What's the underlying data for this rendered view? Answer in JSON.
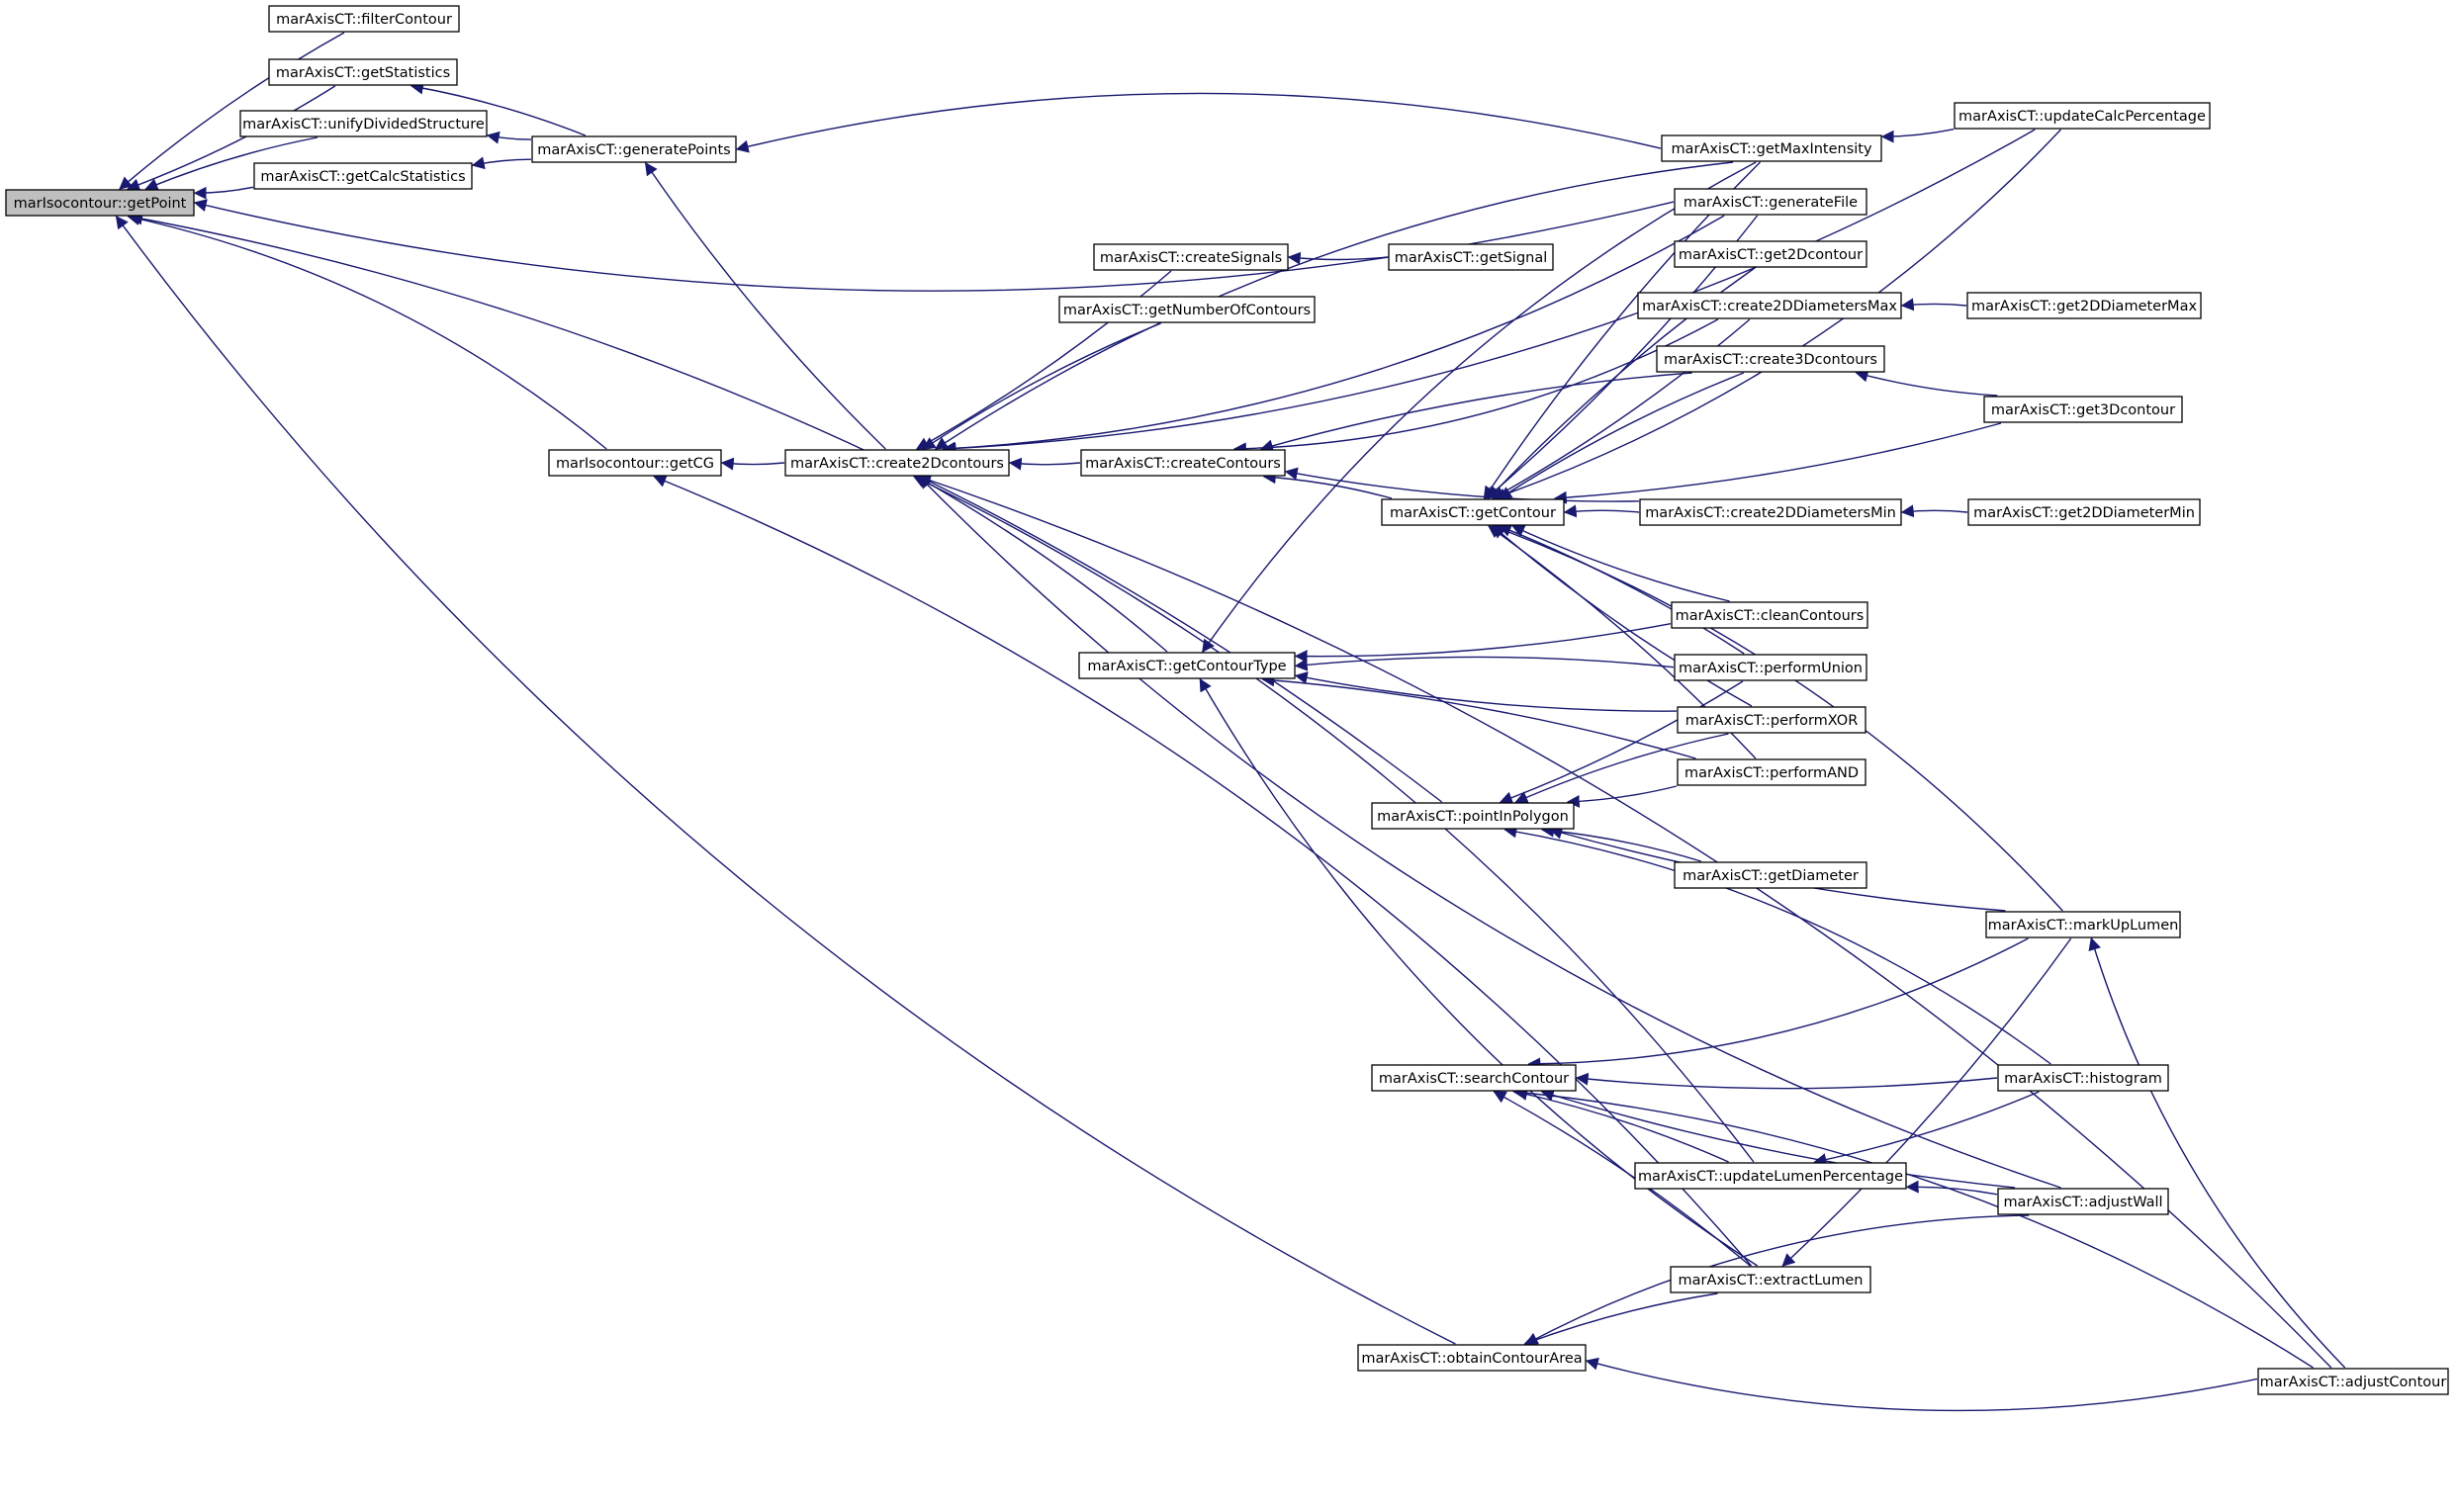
{
  "graph": {
    "type": "call-graph",
    "colors": {
      "edge": "#191970",
      "root_fill": "#bfbfbf",
      "node_fill": "#ffffff",
      "border": "#000000"
    },
    "nodes": [
      {
        "id": "root",
        "label": "marIsocontour::getPoint",
        "root": true
      },
      {
        "id": "filterContour",
        "label": "marAxisCT::filterContour"
      },
      {
        "id": "getStatistics",
        "label": "marAxisCT::getStatistics"
      },
      {
        "id": "unifyDividedStructure",
        "label": "marAxisCT::unifyDividedStructure"
      },
      {
        "id": "getCalcStatistics",
        "label": "marAxisCT::getCalcStatistics"
      },
      {
        "id": "generatePoints",
        "label": "marAxisCT::generatePoints"
      },
      {
        "id": "getCG",
        "label": "marIsocontour::getCG"
      },
      {
        "id": "create2Dcontours",
        "label": "marAxisCT::create2Dcontours"
      },
      {
        "id": "createSignals",
        "label": "marAxisCT::createSignals"
      },
      {
        "id": "getSignal",
        "label": "marAxisCT::getSignal"
      },
      {
        "id": "getNumberOfContours",
        "label": "marAxisCT::getNumberOfContours"
      },
      {
        "id": "createContours",
        "label": "marAxisCT::createContours"
      },
      {
        "id": "getContourType",
        "label": "marAxisCT::getContourType"
      },
      {
        "id": "getContour",
        "label": "marAxisCT::getContour"
      },
      {
        "id": "pointInPolygon",
        "label": "marAxisCT::pointInPolygon"
      },
      {
        "id": "searchContour",
        "label": "marAxisCT::searchContour"
      },
      {
        "id": "obtainContourArea",
        "label": "marAxisCT::obtainContourArea"
      },
      {
        "id": "getMaxIntensity",
        "label": "marAxisCT::getMaxIntensity"
      },
      {
        "id": "updateCalcPercentage",
        "label": "marAxisCT::updateCalcPercentage"
      },
      {
        "id": "generateFile",
        "label": "marAxisCT::generateFile"
      },
      {
        "id": "get2Dcontour",
        "label": "marAxisCT::get2Dcontour"
      },
      {
        "id": "create2DDiametersMax",
        "label": "marAxisCT::create2DDiametersMax"
      },
      {
        "id": "get2DDiameterMax",
        "label": "marAxisCT::get2DDiameterMax"
      },
      {
        "id": "create3Dcontours",
        "label": "marAxisCT::create3Dcontours"
      },
      {
        "id": "get3Dcontour",
        "label": "marAxisCT::get3Dcontour"
      },
      {
        "id": "create2DDiametersMin",
        "label": "marAxisCT::create2DDiametersMin"
      },
      {
        "id": "get2DDiameterMin",
        "label": "marAxisCT::get2DDiameterMin"
      },
      {
        "id": "cleanContours",
        "label": "marAxisCT::cleanContours"
      },
      {
        "id": "performUnion",
        "label": "marAxisCT::performUnion"
      },
      {
        "id": "performXOR",
        "label": "marAxisCT::performXOR"
      },
      {
        "id": "performAND",
        "label": "marAxisCT::performAND"
      },
      {
        "id": "getDiameter",
        "label": "marAxisCT::getDiameter"
      },
      {
        "id": "markUpLumen",
        "label": "marAxisCT::markUpLumen"
      },
      {
        "id": "histogram",
        "label": "marAxisCT::histogram"
      },
      {
        "id": "updateLumenPercentage",
        "label": "marAxisCT::updateLumenPercentage"
      },
      {
        "id": "adjustWall",
        "label": "marAxisCT::adjustWall"
      },
      {
        "id": "extractLumen",
        "label": "marAxisCT::extractLumen"
      },
      {
        "id": "adjustContour",
        "label": "marAxisCT::adjustContour"
      }
    ],
    "edges": [
      [
        "filterContour",
        "root"
      ],
      [
        "getStatistics",
        "root"
      ],
      [
        "unifyDividedStructure",
        "root"
      ],
      [
        "getCalcStatistics",
        "root"
      ],
      [
        "getCG",
        "root"
      ],
      [
        "generateFile",
        "root"
      ],
      [
        "pointInPolygon",
        "root"
      ],
      [
        "obtainContourArea",
        "root"
      ],
      [
        "generatePoints",
        "getStatistics"
      ],
      [
        "generatePoints",
        "unifyDividedStructure"
      ],
      [
        "generatePoints",
        "getCalcStatistics"
      ],
      [
        "create2Dcontours",
        "generatePoints"
      ],
      [
        "getMaxIntensity",
        "generatePoints"
      ],
      [
        "create2Dcontours",
        "getCG"
      ],
      [
        "extractLumen",
        "getCG"
      ],
      [
        "createContours",
        "create2Dcontours"
      ],
      [
        "getContourType",
        "create2Dcontours"
      ],
      [
        "createSignals",
        "create2Dcontours"
      ],
      [
        "getNumberOfContours",
        "create2Dcontours"
      ],
      [
        "updateCalcPercentage",
        "create2Dcontours"
      ],
      [
        "getMaxIntensity",
        "create2Dcontours"
      ],
      [
        "generateFile",
        "create2Dcontours"
      ],
      [
        "updateLumenPercentage",
        "create2Dcontours"
      ],
      [
        "adjustWall",
        "create2Dcontours"
      ],
      [
        "adjustContour",
        "create2Dcontours"
      ],
      [
        "getSignal",
        "createSignals"
      ],
      [
        "getContour",
        "createContours"
      ],
      [
        "create2DDiametersMax",
        "createContours"
      ],
      [
        "create3Dcontours",
        "createContours"
      ],
      [
        "create2DDiametersMin",
        "createContours"
      ],
      [
        "getMaxIntensity",
        "getContourType"
      ],
      [
        "cleanContours",
        "getContourType"
      ],
      [
        "performUnion",
        "getContourType"
      ],
      [
        "performXOR",
        "getContourType"
      ],
      [
        "performAND",
        "getContourType"
      ],
      [
        "extractLumen",
        "getContourType"
      ],
      [
        "getMaxIntensity",
        "getContour"
      ],
      [
        "generateFile",
        "getContour"
      ],
      [
        "get2Dcontour",
        "getContour"
      ],
      [
        "create2DDiametersMax",
        "getContour"
      ],
      [
        "create3Dcontours",
        "getContour"
      ],
      [
        "get3Dcontour",
        "getContour"
      ],
      [
        "create2DDiametersMin",
        "getContour"
      ],
      [
        "updateCalcPercentage",
        "getContour"
      ],
      [
        "markUpLumen",
        "getContour"
      ],
      [
        "cleanContours",
        "getContour"
      ],
      [
        "performUnion",
        "getContour"
      ],
      [
        "performXOR",
        "getContour"
      ],
      [
        "performAND",
        "getContour"
      ],
      [
        "updateCalcPercentage",
        "getMaxIntensity"
      ],
      [
        "get2DDiameterMax",
        "create2DDiametersMax"
      ],
      [
        "get3Dcontour",
        "create3Dcontours"
      ],
      [
        "get2DDiameterMin",
        "create2DDiametersMin"
      ],
      [
        "performUnion",
        "pointInPolygon"
      ],
      [
        "performXOR",
        "pointInPolygon"
      ],
      [
        "performAND",
        "pointInPolygon"
      ],
      [
        "getDiameter",
        "pointInPolygon"
      ],
      [
        "markUpLumen",
        "pointInPolygon"
      ],
      [
        "histogram",
        "pointInPolygon"
      ],
      [
        "markUpLumen",
        "searchContour"
      ],
      [
        "adjustContour",
        "searchContour"
      ],
      [
        "histogram",
        "searchContour"
      ],
      [
        "updateLumenPercentage",
        "searchContour"
      ],
      [
        "adjustWall",
        "searchContour"
      ],
      [
        "extractLumen",
        "searchContour"
      ],
      [
        "histogram",
        "updateLumenPercentage"
      ],
      [
        "adjustWall",
        "updateLumenPercentage"
      ],
      [
        "markUpLumen",
        "extractLumen"
      ],
      [
        "adjustWall",
        "obtainContourArea"
      ],
      [
        "adjustContour",
        "obtainContourArea"
      ],
      [
        "extractLumen",
        "obtainContourArea"
      ],
      [
        "adjustContour",
        "markUpLumen"
      ]
    ]
  }
}
